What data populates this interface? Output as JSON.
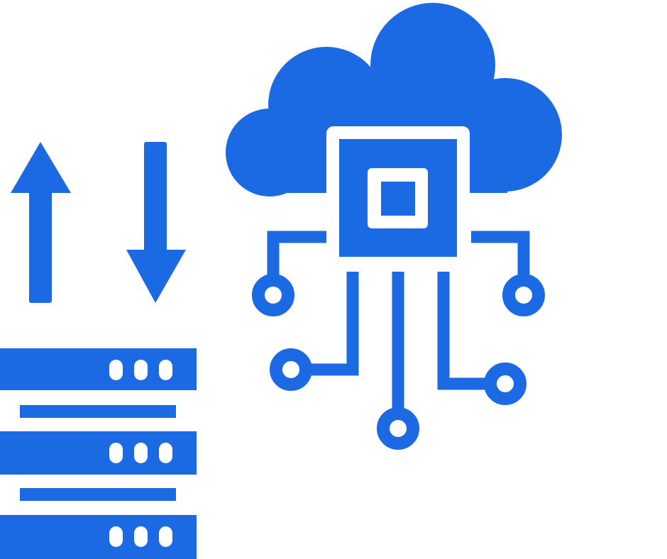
{
  "colors": {
    "primary": "#1b6ae3",
    "background": "#ffffff"
  },
  "icons": {
    "upload_arrow": "arrow-up-icon",
    "download_arrow": "arrow-down-icon",
    "server_rack": "server-rack-icon",
    "cloud": "cloud-icon",
    "processor_chip": "chip-icon",
    "circuit_nodes": "circuit-node-icon"
  },
  "server": {
    "unit_count": 3,
    "indicator_lights_per_unit": 3
  },
  "circuit": {
    "node_count": 5
  }
}
